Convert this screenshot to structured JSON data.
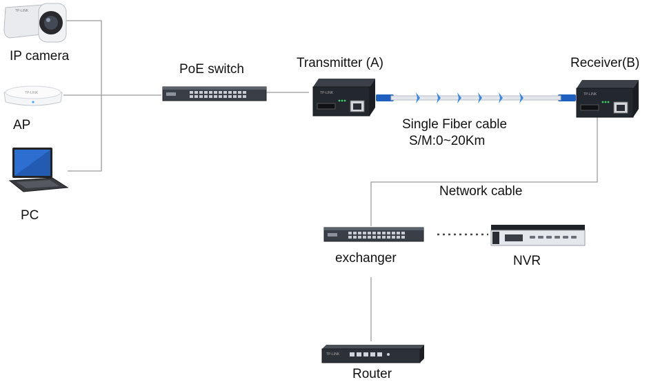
{
  "devices": {
    "ip_camera": "IP camera",
    "ap": "AP",
    "pc": "PC",
    "poe_switch": "PoE switch",
    "transmitter": "Transmitter (A)",
    "receiver": "Receiver(B)",
    "exchanger": "exchanger",
    "nvr": "NVR",
    "router": "Router"
  },
  "links": {
    "fiber_line1": "Single Fiber cable",
    "fiber_line2": "S/M:0~20Km",
    "network_cable": "Network cable"
  },
  "colors": {
    "line": "#9a9a9a",
    "fiber_blue": "#1f5fbf",
    "device_dark": "#2b2f36",
    "device_silver": "#d9dde2"
  }
}
